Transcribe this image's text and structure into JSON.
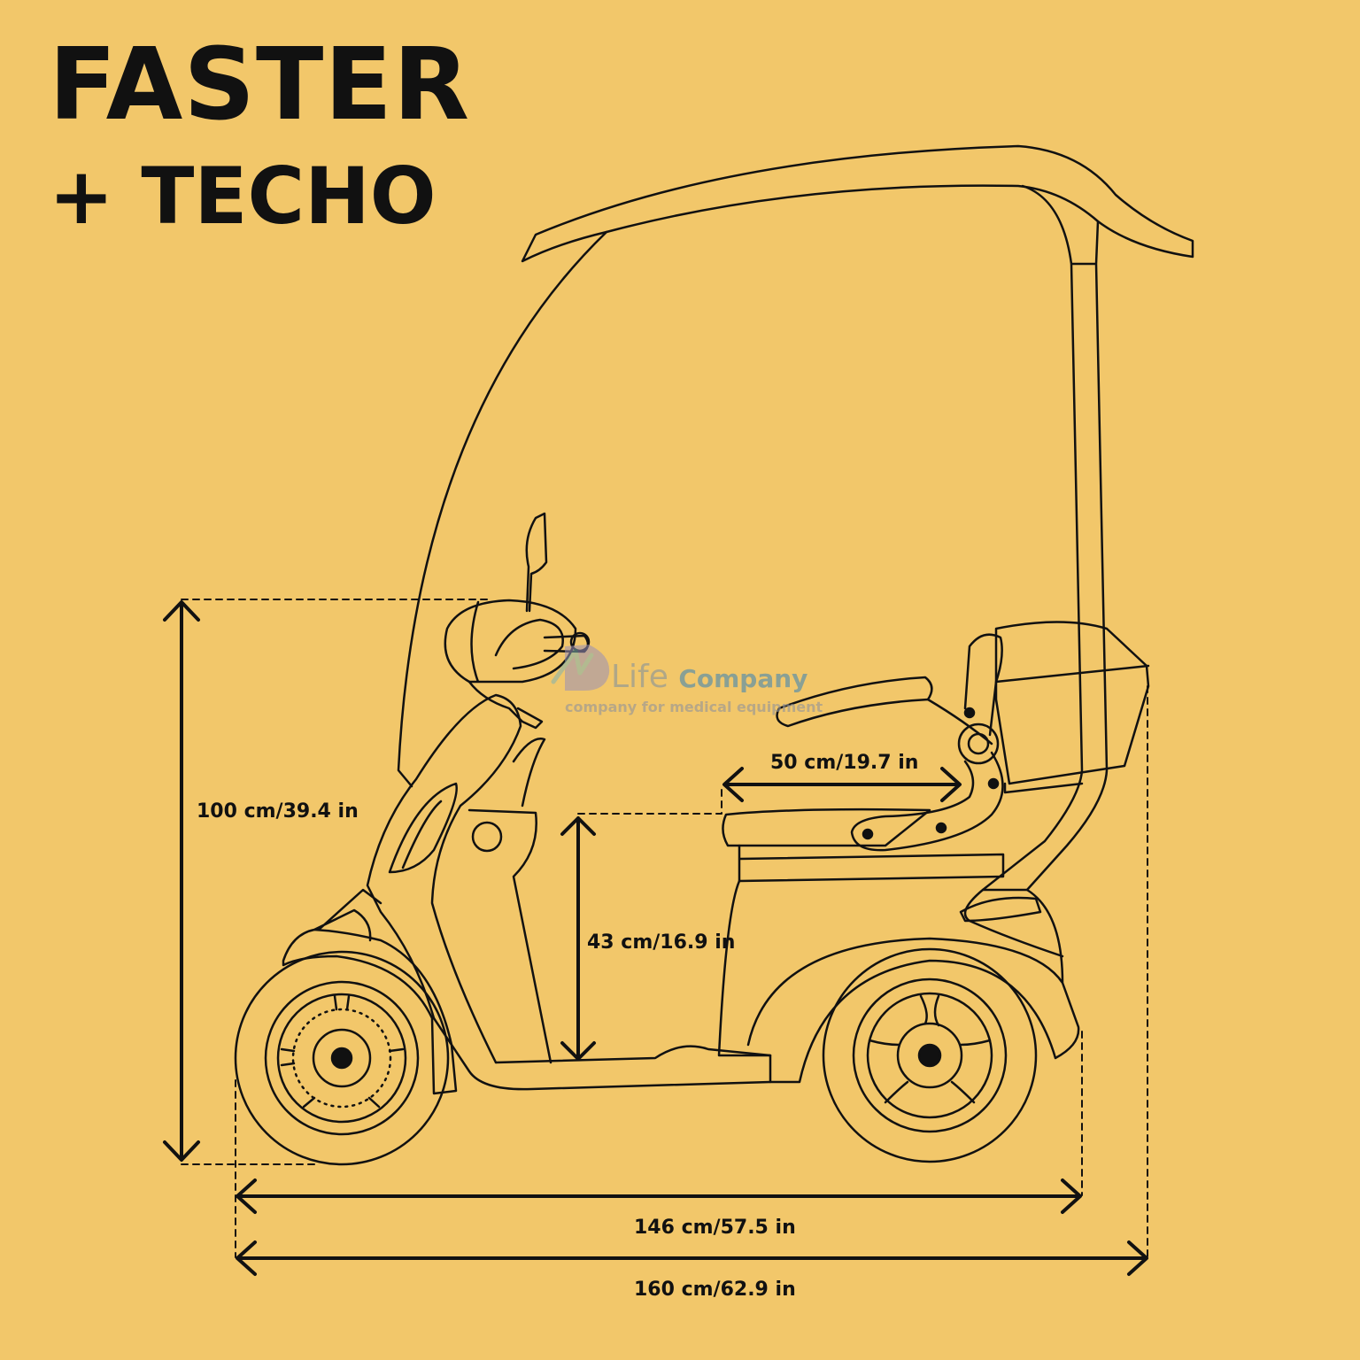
{
  "title": "FASTER",
  "subtitle": "+ TECHO",
  "dimensions": {
    "height": "100 cm/39.4 in",
    "seat_height": "43 cm/16.9 in",
    "seat_depth": "50 cm/19.7 in",
    "wheelbase_length": "146 cm/57.5 in",
    "total_length": "160 cm/62.9 in"
  },
  "watermark": {
    "brand_light": "Life",
    "brand_bold": "Company",
    "tagline": "company for medical equipment"
  },
  "colors": {
    "background": "#F2C76A",
    "line": "#111111"
  }
}
